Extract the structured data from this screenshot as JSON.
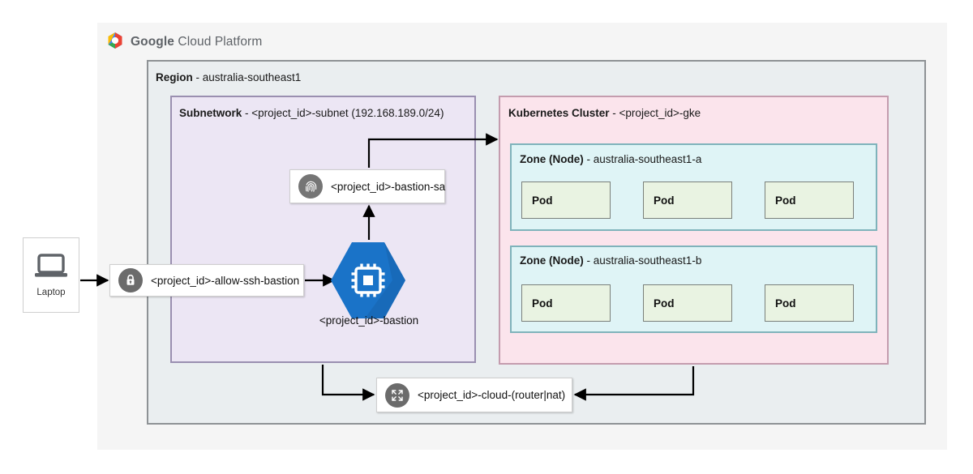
{
  "brand": {
    "logo_icon": "google-cloud-hexagon-logo",
    "wordmark_google": "Google",
    "wordmark_cloud_platform": "Cloud Platform",
    "colors": {
      "logo_blue": "#4285F4",
      "logo_red": "#EA4335",
      "logo_yellow": "#FBBC05",
      "logo_green": "#34A853",
      "wordmark_gray": "#5f6368"
    }
  },
  "diagram": {
    "type": "architecture-diagram",
    "region": {
      "label_bold": "Region",
      "label_rest": " - australia-southeast1",
      "background": "#eaeef0",
      "border": "#8e9295"
    },
    "subnetwork": {
      "label_bold": "Subnetwork",
      "label_rest": " - <project_id>-subnet (192.168.189.0/24)",
      "cidr": "192.168.189.0/24",
      "background": "#ece6f4",
      "border": "#9a8fb0"
    },
    "kubernetes_cluster": {
      "label_bold": "Kubernetes Cluster",
      "label_rest": " - <project_id>-gke",
      "background": "#fbe4ec",
      "border": "#c49cae",
      "zones": [
        {
          "label_bold": "Zone (Node)",
          "label_rest": " - australia-southeast1-a",
          "background": "#dff4f6",
          "border": "#7fb3bb",
          "pods": [
            "Pod",
            "Pod",
            "Pod"
          ]
        },
        {
          "label_bold": "Zone (Node)",
          "label_rest": " - australia-southeast1-b",
          "background": "#dff4f6",
          "border": "#7fb3bb",
          "pods": [
            "Pod",
            "Pod",
            "Pod"
          ]
        }
      ],
      "pod_background": "#e9f3e2",
      "pod_border": "#7a7f7a"
    },
    "nodes": {
      "laptop": {
        "label": "Laptop",
        "icon": "laptop-icon",
        "icon_color": "#5f6368"
      },
      "firewall_rule": {
        "label": "<project_id>-allow-ssh-bastion",
        "icon": "lock-icon",
        "icon_circle_color": "#6b6b6b"
      },
      "service_account": {
        "label": "<project_id>-bastion-sa",
        "icon": "fingerprint-icon",
        "icon_circle_color": "#757575"
      },
      "bastion_vm": {
        "label": "<project_id>-bastion",
        "icon": "compute-engine-cpu-icon",
        "shape": "hexagon",
        "fill": "#1a73c8",
        "shade": "#1763ad"
      },
      "cloud_router_nat": {
        "label": "<project_id>-cloud-(router|nat)",
        "icon": "router-expand-arrows-icon",
        "icon_circle_color": "#6b6b6b"
      }
    },
    "edges": [
      {
        "from": "laptop",
        "to": "firewall_rule",
        "direction": "right"
      },
      {
        "from": "firewall_rule",
        "to": "bastion_vm",
        "direction": "right"
      },
      {
        "from": "bastion_vm",
        "to": "service_account",
        "direction": "up"
      },
      {
        "from": "service_account",
        "to": "kubernetes_cluster",
        "direction": "up-right"
      },
      {
        "from": "subnetwork",
        "to": "cloud_router_nat",
        "direction": "down-right"
      },
      {
        "from": "kubernetes_cluster",
        "to": "cloud_router_nat",
        "direction": "down-left"
      }
    ],
    "edge_color": "#000000"
  }
}
